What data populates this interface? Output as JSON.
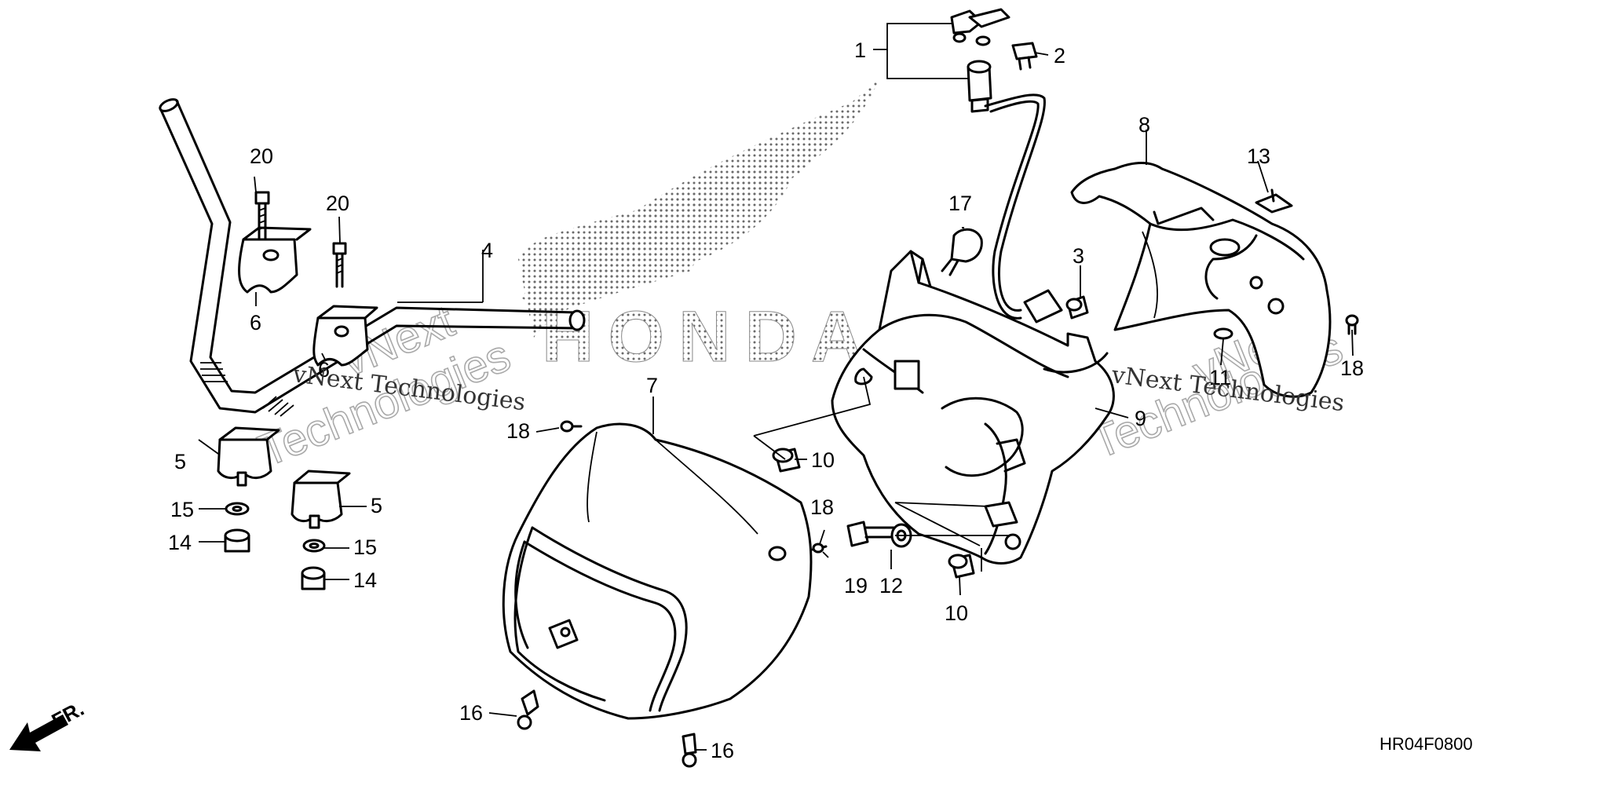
{
  "diagram": {
    "callouts": {
      "c1": "1",
      "c2": "2",
      "c3": "3",
      "c4": "4",
      "c5a": "5",
      "c5b": "5",
      "c6a": "6",
      "c6b": "6",
      "c7": "7",
      "c8": "8",
      "c9": "9",
      "c10a": "10",
      "c10b": "10",
      "c11": "11",
      "c12": "12",
      "c13": "13",
      "c14a": "14",
      "c14b": "14",
      "c15a": "15",
      "c15b": "15",
      "c16a": "16",
      "c16b": "16",
      "c17": "17",
      "c18a": "18",
      "c18b": "18",
      "c18c": "18",
      "c19": "19",
      "c20a": "20",
      "c20b": "20"
    },
    "watermark_text": "vNext Technologies",
    "watermark_word1": "vNext",
    "watermark_word2": "Technologies",
    "brand_text": "HONDA",
    "direction_label": "FR.",
    "diagram_code": "HR04F0800"
  }
}
